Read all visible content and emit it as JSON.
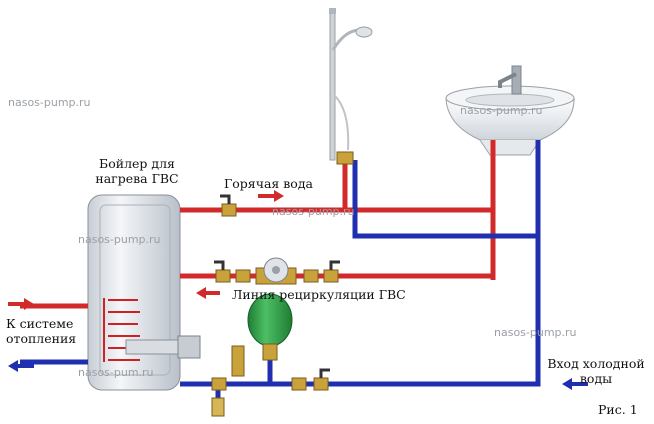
{
  "labels": {
    "boiler_line1": "Бойлер для",
    "boiler_line2": "нагрева ГВС",
    "hot_water": "Горячая вода",
    "recirculation": "Линия рециркуляции ГВС",
    "heating_line1": "К системе",
    "heating_line2": "отопления",
    "cold_line1": "Вход холодной",
    "cold_line2": "воды",
    "figure": "Рис. 1"
  },
  "watermarks": [
    "nasos-pump.ru",
    "nasos-pump.ru",
    "nasos-pump.ru",
    "nasos-pump.ru",
    "nasos-pump.ru",
    "nasos-pum.ru"
  ],
  "colors": {
    "hot_pipe": "#d22a2a",
    "cold_pipe": "#1f2fb0",
    "tank": "#e9edf2",
    "expansion_tank": "#2f9a46",
    "brass": "#c9a23c",
    "arrow": "#d22a2a"
  },
  "icons": [
    "shower-icon",
    "sink-icon",
    "circulation-pump-icon",
    "expansion-tank-icon",
    "valve-icon"
  ]
}
